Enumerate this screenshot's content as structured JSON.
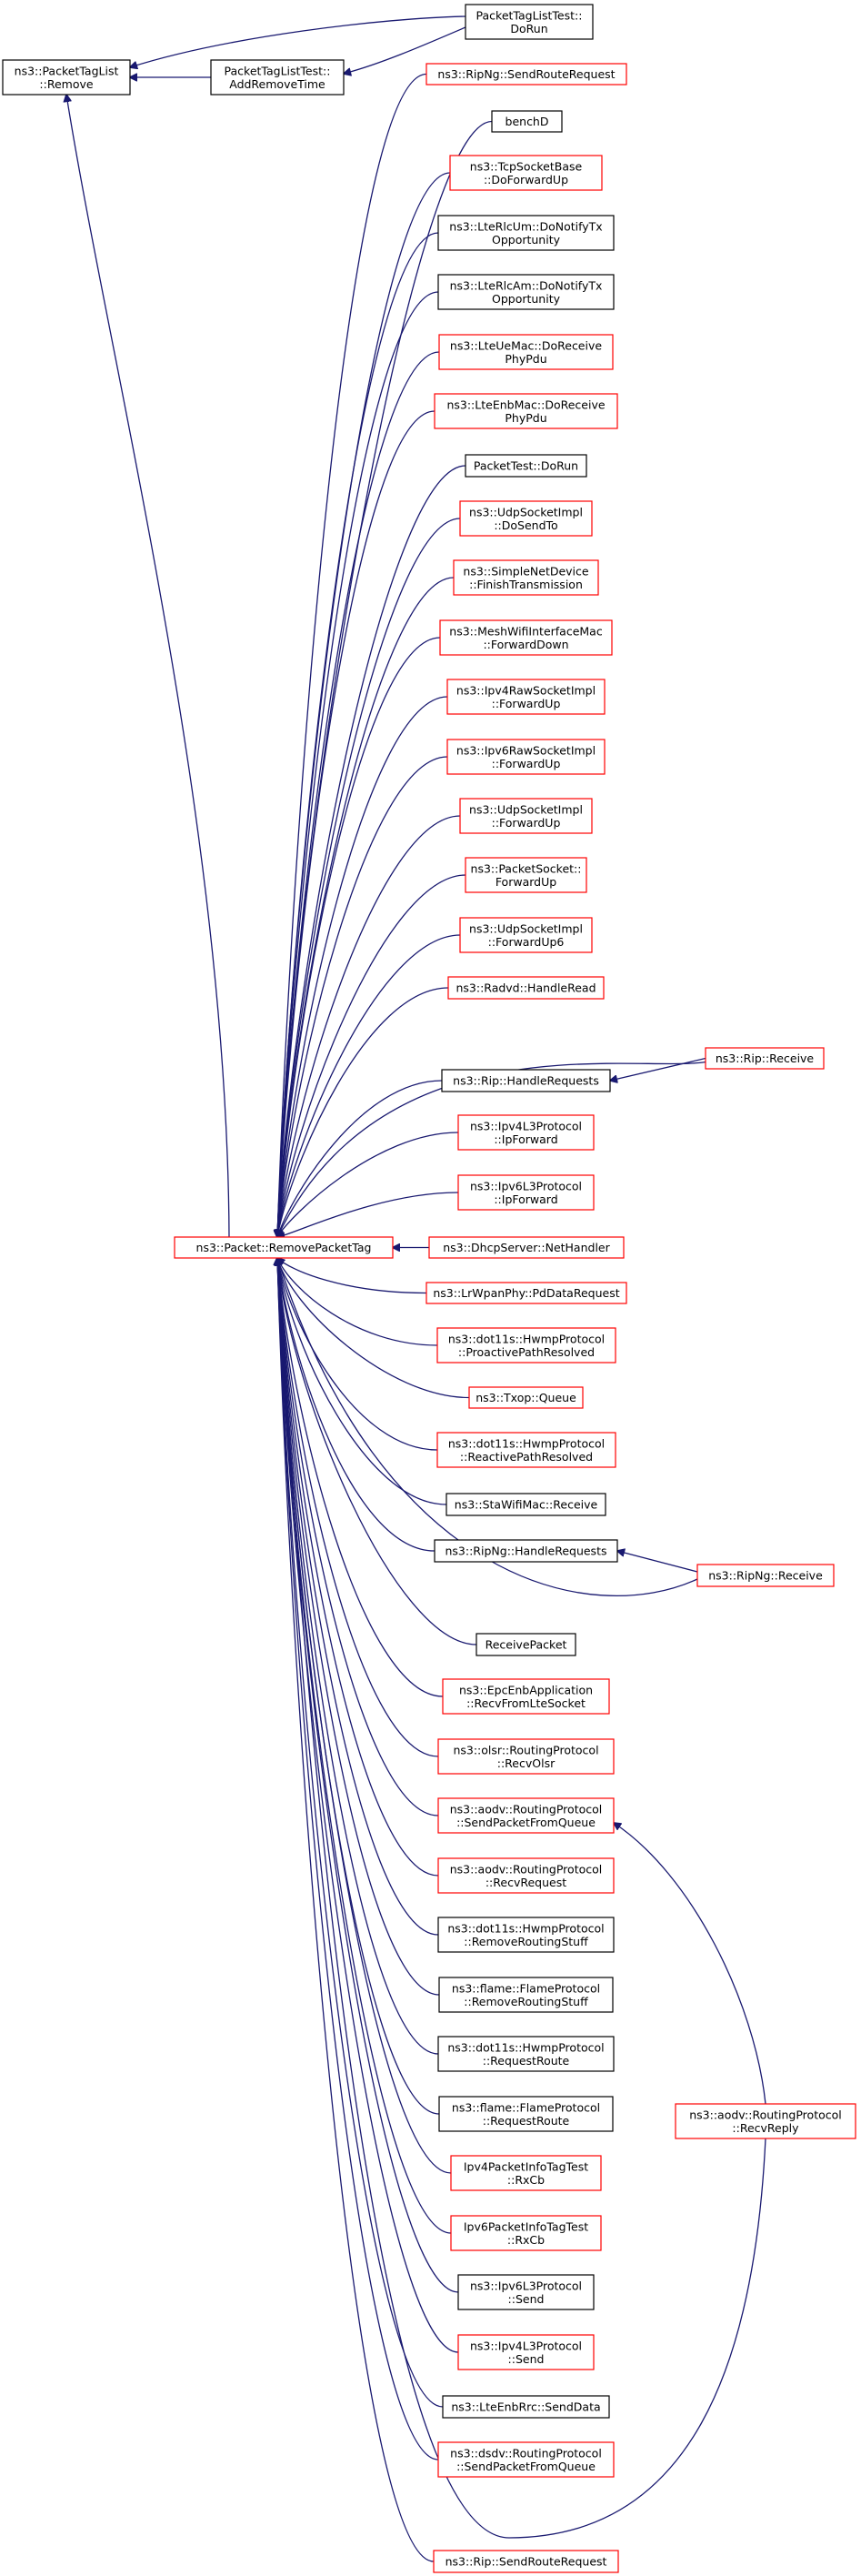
{
  "colors": {
    "edge": "#191970",
    "border_black": "#000000",
    "border_red": "#ff0000",
    "root_fill": "#bfbfbf",
    "node_fill": "#ffffff"
  },
  "nodes": {
    "root": {
      "lines": [
        "ns3::PacketTagList",
        "::Remove"
      ],
      "border": "black",
      "fill": "grey"
    },
    "doRun": {
      "lines": [
        "PacketTagListTest::",
        "DoRun"
      ],
      "border": "black"
    },
    "addRemove": {
      "lines": [
        "PacketTagListTest::",
        "AddRemoveTime"
      ],
      "border": "black"
    },
    "removePacketTag": {
      "lines": [
        "ns3::Packet::RemovePacketTag"
      ],
      "border": "red"
    },
    "ripngSendRoute": {
      "lines": [
        "ns3::RipNg::SendRouteRequest"
      ],
      "border": "red"
    },
    "benchD": {
      "lines": [
        "benchD"
      ],
      "border": "black"
    },
    "tcpFwdUp": {
      "lines": [
        "ns3::TcpSocketBase",
        "::DoForwardUp"
      ],
      "border": "red"
    },
    "lteRlcUm": {
      "lines": [
        "ns3::LteRlcUm::DoNotifyTx",
        "Opportunity"
      ],
      "border": "black"
    },
    "lteRlcAm": {
      "lines": [
        "ns3::LteRlcAm::DoNotifyTx",
        "Opportunity"
      ],
      "border": "black"
    },
    "lteUeMac": {
      "lines": [
        "ns3::LteUeMac::DoReceive",
        "PhyPdu"
      ],
      "border": "red"
    },
    "lteEnbMac": {
      "lines": [
        "ns3::LteEnbMac::DoReceive",
        "PhyPdu"
      ],
      "border": "red"
    },
    "packetTestDoRun": {
      "lines": [
        "PacketTest::DoRun"
      ],
      "border": "black"
    },
    "udpDoSendTo": {
      "lines": [
        "ns3::UdpSocketImpl",
        "::DoSendTo"
      ],
      "border": "red"
    },
    "simpleNetDev": {
      "lines": [
        "ns3::SimpleNetDevice",
        "::FinishTransmission"
      ],
      "border": "red"
    },
    "meshWifi": {
      "lines": [
        "ns3::MeshWifiInterfaceMac",
        "::ForwardDown"
      ],
      "border": "red"
    },
    "ipv4Raw": {
      "lines": [
        "ns3::Ipv4RawSocketImpl",
        "::ForwardUp"
      ],
      "border": "red"
    },
    "ipv6Raw": {
      "lines": [
        "ns3::Ipv6RawSocketImpl",
        "::ForwardUp"
      ],
      "border": "red"
    },
    "udpFwdUp": {
      "lines": [
        "ns3::UdpSocketImpl",
        "::ForwardUp"
      ],
      "border": "red"
    },
    "packetSocket": {
      "lines": [
        "ns3::PacketSocket::",
        "ForwardUp"
      ],
      "border": "red"
    },
    "udpFwdUp6": {
      "lines": [
        "ns3::UdpSocketImpl",
        "::ForwardUp6"
      ],
      "border": "red"
    },
    "radvd": {
      "lines": [
        "ns3::Radvd::HandleRead"
      ],
      "border": "red"
    },
    "ripHandle": {
      "lines": [
        "ns3::Rip::HandleRequests"
      ],
      "border": "black"
    },
    "ripReceive": {
      "lines": [
        "ns3::Rip::Receive"
      ],
      "border": "red"
    },
    "ipv4L3Fwd": {
      "lines": [
        "ns3::Ipv4L3Protocol",
        "::IpForward"
      ],
      "border": "red"
    },
    "ipv6L3Fwd": {
      "lines": [
        "ns3::Ipv6L3Protocol",
        "::IpForward"
      ],
      "border": "red"
    },
    "dhcp": {
      "lines": [
        "ns3::DhcpServer::NetHandler"
      ],
      "border": "red"
    },
    "lrWpan": {
      "lines": [
        "ns3::LrWpanPhy::PdDataRequest"
      ],
      "border": "red"
    },
    "hwmpProactive": {
      "lines": [
        "ns3::dot11s::HwmpProtocol",
        "::ProactivePathResolved"
      ],
      "border": "red"
    },
    "txop": {
      "lines": [
        "ns3::Txop::Queue"
      ],
      "border": "red"
    },
    "hwmpReactive": {
      "lines": [
        "ns3::dot11s::HwmpProtocol",
        "::ReactivePathResolved"
      ],
      "border": "red"
    },
    "staWifi": {
      "lines": [
        "ns3::StaWifiMac::Receive"
      ],
      "border": "black"
    },
    "ripngHandle": {
      "lines": [
        "ns3::RipNg::HandleRequests"
      ],
      "border": "black"
    },
    "ripngReceive": {
      "lines": [
        "ns3::RipNg::Receive"
      ],
      "border": "red"
    },
    "receivePacket": {
      "lines": [
        "ReceivePacket"
      ],
      "border": "black"
    },
    "epcEnb": {
      "lines": [
        "ns3::EpcEnbApplication",
        "::RecvFromLteSocket"
      ],
      "border": "red"
    },
    "olsr": {
      "lines": [
        "ns3::olsr::RoutingProtocol",
        "::RecvOlsr"
      ],
      "border": "red"
    },
    "aodvSendQ": {
      "lines": [
        "ns3::aodv::RoutingProtocol",
        "::SendPacketFromQueue"
      ],
      "border": "red"
    },
    "aodvRecvReq": {
      "lines": [
        "ns3::aodv::RoutingProtocol",
        "::RecvRequest"
      ],
      "border": "red"
    },
    "aodvRecvReply": {
      "lines": [
        "ns3::aodv::RoutingProtocol",
        "::RecvReply"
      ],
      "border": "red"
    },
    "hwmpRemove": {
      "lines": [
        "ns3::dot11s::HwmpProtocol",
        "::RemoveRoutingStuff"
      ],
      "border": "black"
    },
    "flameRemove": {
      "lines": [
        "ns3::flame::FlameProtocol",
        "::RemoveRoutingStuff"
      ],
      "border": "black"
    },
    "hwmpRequest": {
      "lines": [
        "ns3::dot11s::HwmpProtocol",
        "::RequestRoute"
      ],
      "border": "black"
    },
    "flameRequest": {
      "lines": [
        "ns3::flame::FlameProtocol",
        "::RequestRoute"
      ],
      "border": "black"
    },
    "ipv4PktInfo": {
      "lines": [
        "Ipv4PacketInfoTagTest",
        "::RxCb"
      ],
      "border": "red"
    },
    "ipv6PktInfo": {
      "lines": [
        "Ipv6PacketInfoTagTest",
        "::RxCb"
      ],
      "border": "red"
    },
    "ipv6L3Send": {
      "lines": [
        "ns3::Ipv6L3Protocol",
        "::Send"
      ],
      "border": "black"
    },
    "ipv4L3Send": {
      "lines": [
        "ns3::Ipv4L3Protocol",
        "::Send"
      ],
      "border": "red"
    },
    "lteEnbRrc": {
      "lines": [
        "ns3::LteEnbRrc::SendData"
      ],
      "border": "black"
    },
    "dsdv": {
      "lines": [
        "ns3::dsdv::RoutingProtocol",
        "::SendPacketFromQueue"
      ],
      "border": "red"
    },
    "ripSendRoute": {
      "lines": [
        "ns3::Rip::SendRouteRequest"
      ],
      "border": "red"
    }
  }
}
